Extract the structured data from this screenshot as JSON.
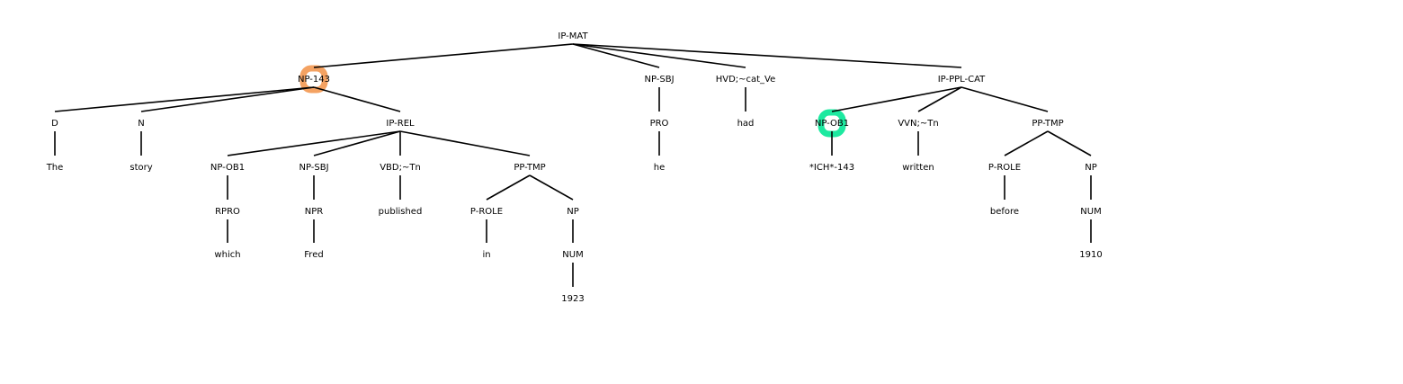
{
  "colors": {
    "text": "#000000",
    "edge": "#000000",
    "highlight_np143": "#f4a262",
    "highlight_np_ob1": "#1de9a0"
  },
  "tree": {
    "nodes": [
      {
        "id": "ip-mat",
        "label": "IP-MAT"
      },
      {
        "id": "np-143",
        "label": "NP-143",
        "highlight": "highlight_np143"
      },
      {
        "id": "d",
        "label": "D"
      },
      {
        "id": "the",
        "label": "The"
      },
      {
        "id": "n",
        "label": "N"
      },
      {
        "id": "story",
        "label": "story"
      },
      {
        "id": "ip-rel",
        "label": "IP-REL"
      },
      {
        "id": "np-ob1-rel",
        "label": "NP-OB1"
      },
      {
        "id": "rpro",
        "label": "RPRO"
      },
      {
        "id": "which",
        "label": "which"
      },
      {
        "id": "np-sbj-rel",
        "label": "NP-SBJ"
      },
      {
        "id": "npr",
        "label": "NPR"
      },
      {
        "id": "fred",
        "label": "Fred"
      },
      {
        "id": "vbd",
        "label": "VBD;~Tn"
      },
      {
        "id": "published",
        "label": "published"
      },
      {
        "id": "pp-tmp-rel",
        "label": "PP-TMP"
      },
      {
        "id": "p-role-rel",
        "label": "P-ROLE"
      },
      {
        "id": "in",
        "label": "in"
      },
      {
        "id": "np-rel",
        "label": "NP"
      },
      {
        "id": "num-rel",
        "label": "NUM"
      },
      {
        "id": "y1923",
        "label": "1923"
      },
      {
        "id": "np-sbj",
        "label": "NP-SBJ"
      },
      {
        "id": "pro",
        "label": "PRO"
      },
      {
        "id": "he",
        "label": "he"
      },
      {
        "id": "hvd",
        "label": "HVD;~cat_Ve"
      },
      {
        "id": "had",
        "label": "had"
      },
      {
        "id": "ip-ppl-cat",
        "label": "IP-PPL-CAT"
      },
      {
        "id": "np-ob1",
        "label": "NP-OB1",
        "highlight": "highlight_np_ob1"
      },
      {
        "id": "ich",
        "label": "*ICH*-143"
      },
      {
        "id": "vvn",
        "label": "VVN;~Tn"
      },
      {
        "id": "written",
        "label": "written"
      },
      {
        "id": "pp-tmp",
        "label": "PP-TMP"
      },
      {
        "id": "p-role",
        "label": "P-ROLE"
      },
      {
        "id": "before",
        "label": "before"
      },
      {
        "id": "np",
        "label": "NP"
      },
      {
        "id": "num",
        "label": "NUM"
      },
      {
        "id": "y1910",
        "label": "1910"
      }
    ]
  }
}
